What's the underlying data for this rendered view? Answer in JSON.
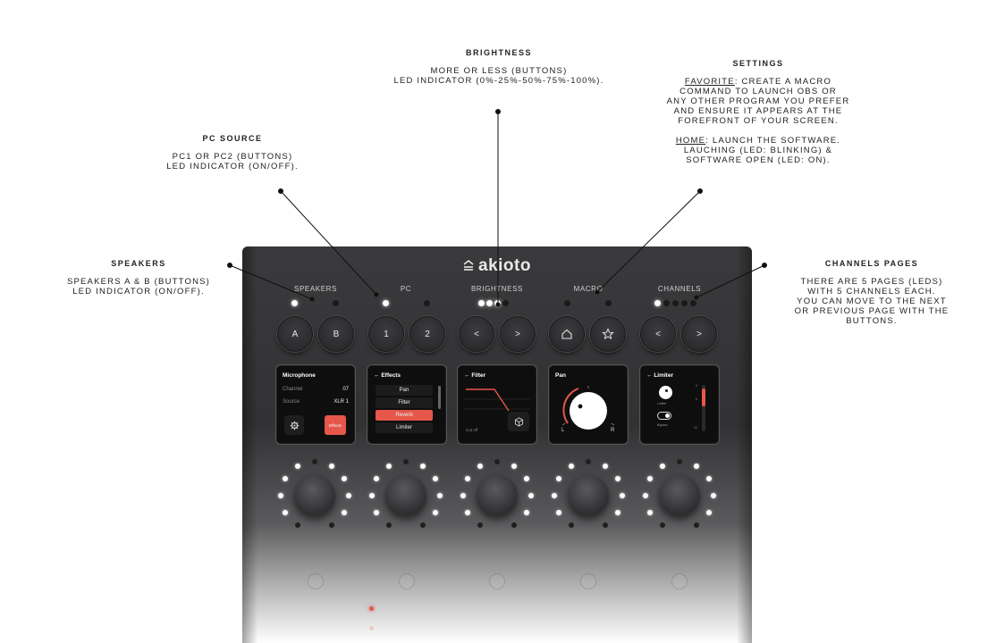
{
  "annotations": {
    "brightness": {
      "title": "BRIGHTNESS",
      "line1": "MORE OR LESS (BUTTONS)",
      "line2": "LED INDICATOR (0%-25%-50%-75%-100%)."
    },
    "settings": {
      "title": "SETTINGS",
      "fav_word": "FAVORITE",
      "fav_text": ": CREATE A MACRO\nCOMMAND TO LAUNCH OBS OR\nANY OTHER PROGRAM YOU PREFER\nAND ENSURE IT APPEARS AT THE\nFOREFRONT OF YOUR SCREEN.",
      "home_word": "HOME",
      "home_text": ": LAUNCH THE SOFTWARE.\nLAUCHING (LED: BLINKING) &\nSOFTWARE OPEN (LED: ON)."
    },
    "pc_source": {
      "title": "PC SOURCE",
      "body": "PC1 OR PC2 (BUTTONS)\nLED INDICATOR (ON/OFF)."
    },
    "speakers": {
      "title": "SPEAKERS",
      "body": "SPEAKERS A & B (BUTTONS)\nLED INDICATOR (ON/OFF)."
    },
    "channels_pages": {
      "title": "CHANNELS PAGES",
      "body": "THERE ARE 5 PAGES (LEDS)\nWITH 5 CHANNELS EACH.\nYOU CAN MOVE TO THE NEXT\nOR PREVIOUS PAGE WITH THE\nBUTTONS."
    }
  },
  "device": {
    "logo": "akioto",
    "groups": {
      "speakers": "SPEAKERS",
      "pc": "PC",
      "brightness": "BRIGHTNESS",
      "macro": "MACRO",
      "channels": "CHANNELS"
    },
    "buttons": {
      "speaker_a": "A",
      "speaker_b": "B",
      "pc1": "1",
      "pc2": "2",
      "bright_less": "<",
      "bright_more": ">",
      "chan_prev": "<",
      "chan_next": ">"
    },
    "brightness_leds_on": 3,
    "channel_page_active": 1,
    "screens": {
      "microphone": {
        "title": "Microphone",
        "channel_label": "Channel",
        "channel_value": "07",
        "source_label": "Source",
        "source_value": "XLR 1",
        "effects_button": "Effects"
      },
      "effects": {
        "title": "Effects",
        "items": [
          "Pan",
          "Filter",
          "Reverb",
          "Limiter"
        ],
        "selected": "Reverb"
      },
      "filter": {
        "title": "Filter",
        "cutoff_label": "Cut off"
      },
      "pan": {
        "title": "Pan",
        "left": "L",
        "right": "R"
      },
      "limiter": {
        "title": "Limiter",
        "limiter_label": "Limiter",
        "bypass_label": "Bypass",
        "scale_top": "0",
        "scale_mid": "6",
        "scale_bottom": "12"
      }
    },
    "colors": {
      "accent": "#e5574a",
      "body": "#333335"
    }
  }
}
